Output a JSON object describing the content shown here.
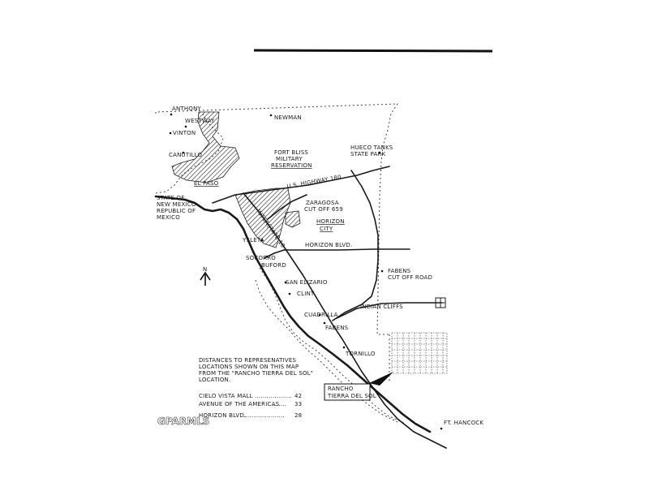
{
  "places": {
    "anthony": "ANTHONY",
    "westway": "WESTWAY",
    "vinton": "VINTON",
    "newman": "NEWMAN",
    "canutillo": "CANUTILLO",
    "fort_bliss": [
      "FORT BLISS",
      "MILITARY",
      "RESERVATION"
    ],
    "hueco_tanks": [
      "HUECO TANKS",
      "STATE PARK"
    ],
    "el_paso": "EL PASO",
    "us_highway": "U.S. HIGHWAY 180",
    "state_nm": [
      "STATE OF",
      "NEW MEXICO"
    ],
    "republic_mexico": [
      "REPUBLIC OF",
      "MEXICO"
    ],
    "zaragosa": [
      "ZARAGOSA",
      "CUT OFF 659"
    ],
    "horizon_city": [
      "HORIZON",
      "CITY"
    ],
    "interstate": "INTERSTATE 10",
    "ysleta": "YSLETA",
    "horizon_blvd": "HORIZON BLVD.",
    "socorro": "SOCORRO",
    "buford": "BUFORD",
    "fabens_cutoff": [
      "FABENS",
      "CUT OFF ROAD"
    ],
    "san_elizario": "SAN ELIZARIO",
    "clint": "CLINT",
    "indian_cliffs": "INDIAN CLIFFS",
    "cuadrilla": "CUADRILLA",
    "fabens": "FABENS",
    "tornillo": "TORNILLO",
    "rancho": [
      "RANCHO",
      "TIERRA DEL SOL"
    ],
    "ft_hancock": "FT. HANCOCK"
  },
  "north_arrow": "N",
  "distances": {
    "heading": [
      "DISTANCES TO REPRESENATIVES",
      "LOCATIONS SHOWN ON THIS MAP",
      "FROM THE \"RANCHO TIERRA DEL SOL\"",
      "LOCATION."
    ],
    "rows": [
      {
        "name": "CIELO VISTA MALL",
        "dots": "...................",
        "value": "42"
      },
      {
        "name": "AVENUE OF THE AMERICAS",
        "dots": ".......",
        "value": "33"
      },
      {
        "name": "HORIZON BLVD.",
        "dots": ".....................",
        "value": "28"
      }
    ]
  },
  "watermark": "GPARMLS",
  "colors": {
    "ink": "#1a1a1a",
    "paper": "#ffffff"
  }
}
